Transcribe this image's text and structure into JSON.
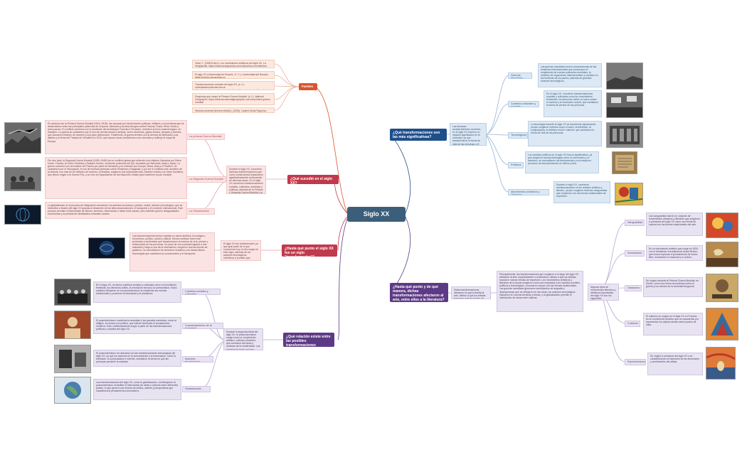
{
  "central": "Siglo XX",
  "fuentes": {
    "label": "Fuentes",
    "refs": [
      "Vidal, C. (2006 Enero). Los movimientos artísticos del siglo XX. La Vanguardia. https://www.lavanguardia.com/cultura/los-movimientos-artisticos-del-siglo-xx.html",
      "El siglo XX (Universidad de Rosario, G. C.). Universidad del Rosario. https://iconos.edu.ar/siglo-xx",
      "Transformaciones sociales del siglo XX. (s. f.). sociedadesmodernas.edu.ar https://sociedadesmodernas.edu.ar/transformaciones-sociales-siglo-xx",
      "Preguntas que causó la Primera Guerra Mundial. (s. f.). National Geographic. https://historia.nationalgeographic.com.es/primera-guerra-mundial",
      "Historia universal (tercera edición). (2005). Ladera Gloria Figueroa."
    ]
  },
  "q_sucedio": {
    "label": "¿Qué sucedió en el siglo XX?",
    "summary": "Durante el siglo XX, ocurrieron diversas transformaciones que como consecuencia impactaron significativamente al desarrollo de diversas áreas. En el siglo XX ocurrieron transformaciones sociales, culturales, artísticas y políticas, además de la Primera y Segunda Guerra Mundial y la globalización, que tuvieron un gran impacto en la sociedad.",
    "items": [
      {
        "label": "La primera Guerra Mundial",
        "text": "El comienzo de la Primera Guerra Mundial (1914–1918), fue causado por las tensiones políticas, militares y económicas que se desarrollaron entre las principales potencias de la época. Alemania y Austria-Hungría contra Francia, Rusia, Reino Unido y otros países. El conflicto comenzó con el asesinato del archiduque Francisco Fernando, heredero al trono austrohúngaro, en Sarajevo. La guerra se caracterizó por el uso de nuevas armas y tácticas, como trincheras, gases tóxicos, tanques y aviones, que causaron millones de muertes y una gran destrucción. Finalmente, la guerra terminó con la derrota de Alemania y sus aliados y la firma del Tratado de Versalles en 1919, que impuso duras condiciones a los vencidos y redibujó el mapa de Europa."
      },
      {
        "label": "La Segunda Guerra Mundial",
        "text": "Por otro lado, la Segunda Guerra Mundial (1939–1945) fue un conflicto global que enfrentó a los Aliados, liderados por Reino Unido, Francia, la Unión Soviética y Estados Unidos, contra las potencias del Eje, formadas por Alemania, Italia y Japón. La guerra comenzó con la invasión de Polonia por parte de Alemania y se extendió por Europa, África, Asia y el Pacífico. Se caracterizó por el Holocausto, el uso de bombas atómicas sobre Hiroshima y Nagasaki, y por ser el conflicto más mortífero de la historia, con más de 60 millones de muertos. Al finalizar, surgieron dos superpotencias, Estados Unidos y la Unión Soviética, que dieron origen a la Guerra Fría, y se creó la Organización de las Naciones Unidas para mantener la paz mundial."
      },
      {
        "label": "La Globalización",
        "text": "La globalización es el proceso de integración mundial en los ámbitos económico, político, social, cultural y tecnológico, que se intensificó a finales del siglo XX gracias al desarrollo de las telecomunicaciones, el transporte y el comercio internacional. Este proceso permitió el intercambio de bienes, servicios, información e ideas entre países, pero también generó desigualdades económicas y la pérdida de identidades culturales locales."
      }
    ]
  },
  "q_transformador": {
    "label": "¿Hasta qué punto el siglo XX fue un siglo \"transformador\"?",
    "text": "Las transformaciones fueron rápidas en varios ámbitos: tecnológico, económico, político, social y cultural. Dichos cambios fueron tan profundos y acelerados que transformaron la manera de vivir, pensar y relacionarse de las personas. Se pasó de una sociedad agraria a una industrial y luego a una de la información; surgieron nuevas formas de gobierno, se consolidaron los derechos humanos y se desarrollaron tecnologías que cambiaron la comunicación y el transporte.",
    "summary": "El siglo XX fue transformador ya que gran parte de lo que conocemos hoy en día surgió en este siglo, además de los avances tecnológicos, científicos y sociales que marcaron un antes y un después en la historia de la humanidad."
  },
  "q_posmodernismo": {
    "label": "¿Qué relación existe entre las posibles transformaciones realizadas y el posmodernismo?",
    "summary": "Durante la segunda mitad del siglo XX, el posmodernismo surgió como un movimiento artístico, cultural y filosófico que cuestionó las ideas y certezas de la modernidad. Las transformaciones sociales, políticas, tecnológicas y culturales del siglo XX influyeron en este movimiento.",
    "items": [
      {
        "label": "Cambios sociales y culturales",
        "text": "En el siglo XX, se dieron cambios sociales y culturales como el movimiento feminista, los derechos civiles, la revolución sexual y la contracultura. Estos cambios influyeron en el posmodernismo al cuestionar las normas tradicionales y promover la diversidad y el pluralismo."
      },
      {
        "label": "Cuestionamiento de la Autoridad",
        "text": "El posmodernismo cuestiona la autoridad y las grandes narrativas, como la religión, la ciencia y la política, que habían dominado el pensamiento moderno. Este cuestionamiento surgió a partir de las transformaciones políticas y sociales del siglo XX."
      },
      {
        "label": "Avances tecnológicos",
        "text": "El posmodernismo se relaciona con las transformaciones tecnológicas del siglo XX, ya que los avances en la comunicación y la información, como la televisión, la computadora e internet, cambiaron la forma en que las personas perciben la realidad."
      },
      {
        "label": "Globalización",
        "text": "Las transformaciones del siglo XX, como la globalización, contribuyeron al posmodernismo al facilitar el intercambio de ideas y culturas entre diferentes países, lo que generó una mezcla de estilos, valores y perspectivas que caracteriza al pensamiento posmoderno."
      }
    ]
  },
  "q_transformaciones": {
    "label": "¿Qué transformaciones son las más significativas?",
    "summary": "Las diversas acontecimientos ocurridos en el siglo XX tuvieron un impacto significativo en la sociedad, ya que transformaron la forma de vida de las personas y el desarrollo de diferentes áreas, como la tecnología, la ciencia, la economía, la política, el arte y la cultura.",
    "items": [
      {
        "label": "Guerras Mundiales",
        "text": "Las guerras mundiales fueron consecuencias de las tensiones internacionales que provocaron el surgimiento de nuevas potencias mundiales, la creación de organismos internacionales y cambios en las fronteras de los países, además de grandes avances tecnológicos."
      },
      {
        "label": "Cambios culturales y sociales",
        "text": "En el siglo XX, ocurrieron transformaciones sociales y culturales como los movimientos feministas, los derechos civiles, la lucha contra el racismo y la revolución sexual, que cambiaron la forma de pensar de las personas."
      },
      {
        "label": "Tecnológicos",
        "text": "La tecnología durante el siglo XX se transformó rápidamente, ya que surgieron inventos como el avión, la televisión, la computadora, el teléfono móvil e internet, que cambiaron la forma de vida de las personas."
      },
      {
        "label": "Políticos",
        "text": "Los cambios políticos en el siglo XX fueron significativos, ya que surgieron nuevas ideologías como el comunismo y el fascismo, se consolidaron las democracias y se produjeron procesos de descolonización en África y Asia."
      },
      {
        "label": "Movimientos artísticos y Literarios",
        "text": "Durante el siglo XX, ocurrieron transformaciones en los ámbitos artístico y literario, ya que surgieron diversas vanguardias que rompieron con las formas tradicionales de expresión."
      }
    ]
  },
  "q_literatura": {
    "label": "¿Hasta qué punto y de qué manera, dichas transformaciones afectaron al arte, entre ellos a la literatura?",
    "summary": "Estas transformaciones afectaron en gran medida al arte, debido a que los artistas buscaron nuevas formas de expresión que reflejaran los cambios de la sociedad.",
    "text": "Principalmente, las transformaciones que surgieron a lo largo del siglo XX afectaron al arte, especialmente a la literatura, debido a que los artistas buscaron nuevas formas de expresión. Los movimientos artísticos y literarios de la época surgieron como una respuesta a los cambios sociales, políticos y tecnológicos, y buscaron romper con las formas tradicionales. Las guerras mundiales generaron sentimientos de angustia y desesperanza que se reflejaron en las obras; los avances tecnológicos influyeron en nuevas técnicas y temas, y la globalización permitió el intercambio de ideas entre culturas.",
    "hub": "Algunos tipos de movimientos literarios y artísticos importantes del siglo XX son los siguientes:",
    "items": [
      {
        "label": "Vanguardias",
        "text": "Las vanguardias fueron un conjunto de movimientos artísticos y literarios que surgieron a principios del siglo XX como una forma de ruptura con las formas tradicionales del arte."
      },
      {
        "label": "Surrealismo",
        "text": "Es un movimiento artístico que surge en 1924 con el Manifiesto Surrealista de André Breton, que busca expresar el pensamiento de forma libre, mostrando lo irracional y lo onírico."
      },
      {
        "label": "Dadaísmo",
        "text": "Se originó durante la Primera Guerra Mundial, en Zúrich, como una forma de protesta contra la guerra y los valores de la sociedad burguesa."
      },
      {
        "label": "Cubismo",
        "text": "El cubismo se originó en el siglo XX en Francia; es un movimiento artístico que se caracteriza por representar los objetos desde varios puntos de vista."
      },
      {
        "label": "Expresionismo",
        "text": "Se originó a principios del siglo XX y se caracteriza por la expresión de las emociones y sentimientos del artista."
      }
    ]
  },
  "colors": {
    "central": "#3b5e7a",
    "red": "#c0394c",
    "orange": "#d9552d",
    "blue": "#1f4f8a",
    "purple": "#5d3a86"
  }
}
